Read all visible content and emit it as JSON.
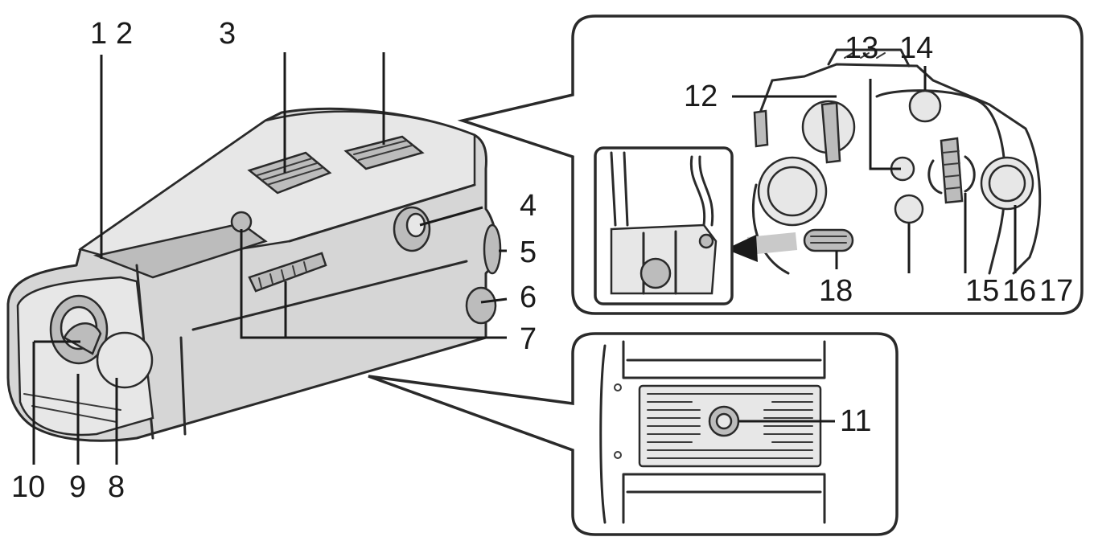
{
  "callouts": [
    "1",
    "2",
    "3",
    "4",
    "5",
    "6",
    "7",
    "8",
    "9",
    "10",
    "11",
    "12",
    "13",
    "14",
    "15",
    "16",
    "17",
    "18"
  ],
  "colors": {
    "line": "#1a1a1a",
    "body": "#d6d6d6",
    "shade": "#bcbcbc",
    "panel": "#ffffff"
  }
}
